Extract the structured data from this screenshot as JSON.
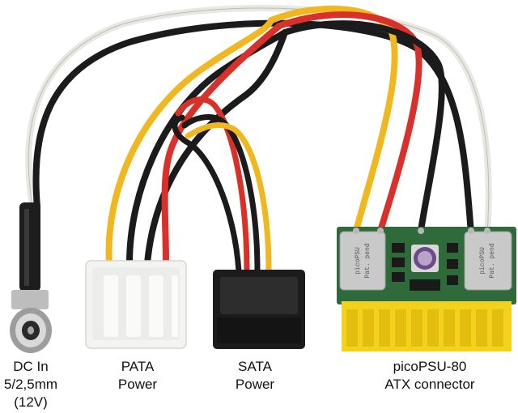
{
  "labels": {
    "dc_in": [
      "DC In",
      "5/2,5mm",
      "(12V)"
    ],
    "pata": [
      "PATA",
      "Power"
    ],
    "sata": [
      "SATA",
      "Power"
    ],
    "pico": [
      "picoPSU-80",
      "ATX connector"
    ]
  },
  "pcb_print": {
    "left_module": [
      "picoPSU",
      "Pat. pend"
    ],
    "right_module": [
      "picoPSU",
      "Pat. pend"
    ]
  },
  "colors": {
    "wire_black": "#1b1b1b",
    "wire_red": "#d9302a",
    "wire_yellow": "#f0b81e",
    "wire_white": "#f4f4f0",
    "connector_yellow": "#f2d21c",
    "pcb_green": "#2f6b3a",
    "module_metal": "#c9c9c9",
    "molex_white": "#f3f3f1",
    "sata_black": "#1c1c1c"
  }
}
